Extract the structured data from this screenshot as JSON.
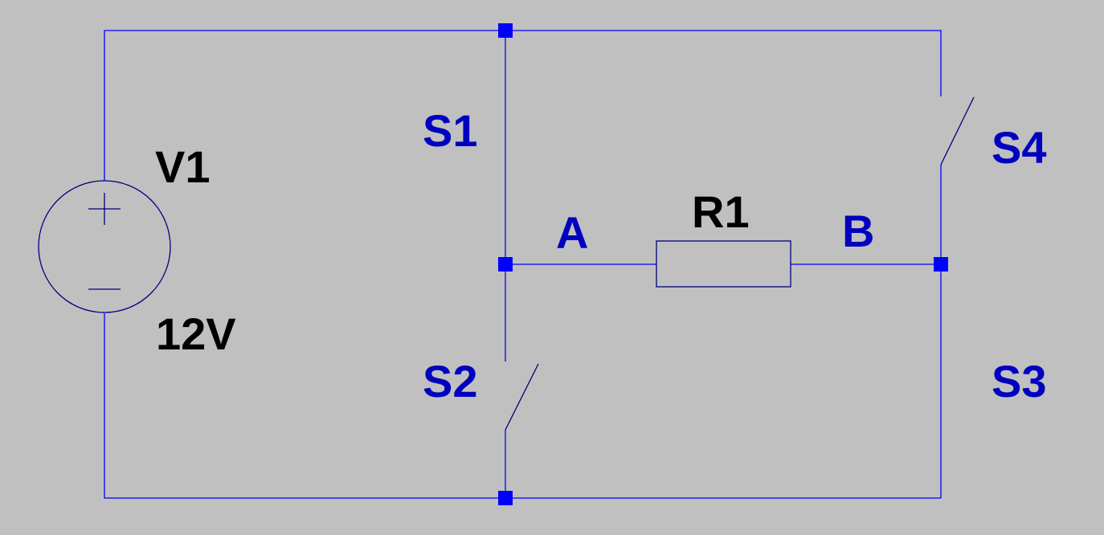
{
  "colors": {
    "background": "#c0c0c0",
    "wire": "#0000ff",
    "node": "#0000ff",
    "component": "#000080",
    "switch_label": "#0000c0",
    "component_label": "#000000"
  },
  "components": {
    "source": {
      "name": "V1",
      "value": "12V",
      "plus_symbol": "+",
      "minus_symbol": "−"
    },
    "resistor": {
      "name": "R1"
    }
  },
  "switches": [
    {
      "name": "S1",
      "state": "closed"
    },
    {
      "name": "S2",
      "state": "open"
    },
    {
      "name": "S3",
      "state": "closed"
    },
    {
      "name": "S4",
      "state": "open"
    }
  ],
  "nodes": {
    "a": "A",
    "b": "B"
  },
  "junction_icon": "square-node-icon"
}
